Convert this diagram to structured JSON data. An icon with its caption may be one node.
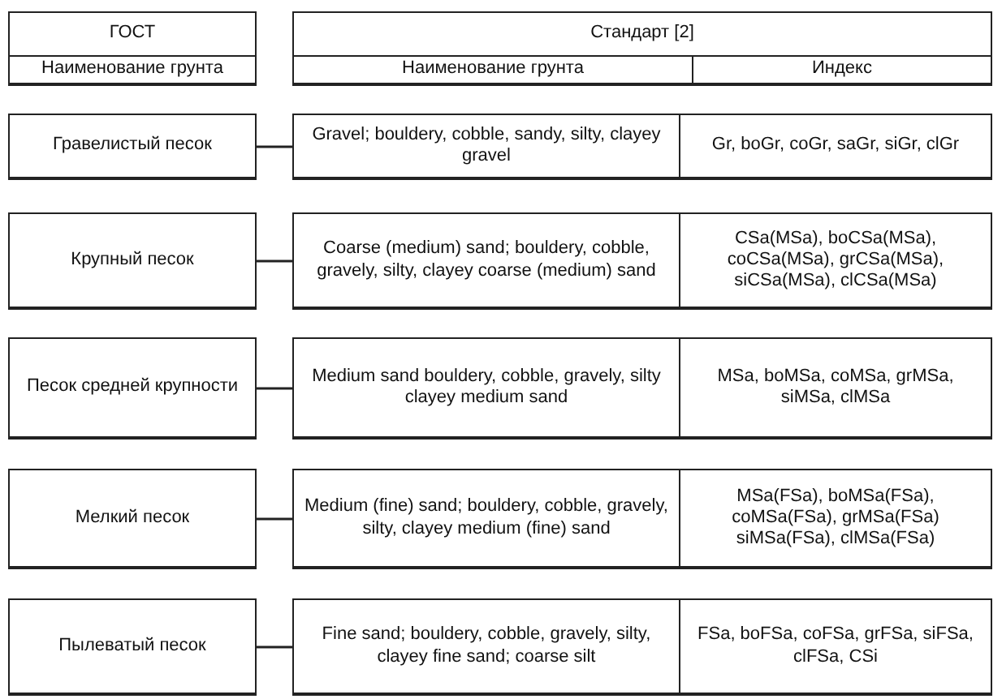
{
  "diagram": {
    "nodes": [
      {
        "text": [
          "ГОСТ",
          "Наименование грунта"
        ]
      },
      {
        "text": [
          "Стандарт [2]",
          "Наименование грунта",
          "Индекс"
        ]
      },
      {
        "text": [
          "Гравелистый песок"
        ]
      },
      {
        "text": [
          "Gravel; bouldery, cobble, sandy, silty, clayey gravel",
          "Gr, boGr, coGr, saGr, siGr, clGr"
        ]
      },
      {
        "text": [
          "Крупный песок"
        ]
      },
      {
        "text": [
          "Coarse (medium) sand; bouldery, cobble, gravely, silty, clayey coarse (medium) sand",
          "CSa(MSa), boCSa(MSa), coCSa(MSa), grCSa(MSa), siCSa(MSa), clCSa(MSa)"
        ]
      },
      {
        "text": [
          "Песок средней крупности"
        ]
      },
      {
        "text": [
          "Medium sand bouldery, cobble, gravely, silty clayey medium sand",
          "MSa, boMSa, coMSa, grMSa, siMSa, clMSa"
        ]
      },
      {
        "text": [
          "Мелкий песок"
        ]
      },
      {
        "text": [
          "Medium (fine) sand; bouldery, cobble, gravely, silty, clayey medium (fine) sand",
          "MSa(FSa), boMSa(FSa), coMSa(FSa), grMSa(FSa) siMSa(FSa), clMSa(FSa)"
        ]
      },
      {
        "text": [
          "Пылеватый песок"
        ]
      },
      {
        "text": [
          "Fine sand; bouldery, cobble, gravely, silty, clayey fine sand; coarse silt",
          "FSa, boFSa, coFSa, grFSa, siFSa, clFSa, CSi"
        ]
      }
    ],
    "edges": [
      {
        "from": 2,
        "to": 3,
        "arrow": "none"
      },
      {
        "from": 4,
        "to": 5,
        "arrow": "none"
      },
      {
        "from": 6,
        "to": 7,
        "arrow": "none"
      },
      {
        "from": 8,
        "to": 9,
        "arrow": "none"
      },
      {
        "from": 10,
        "to": 11,
        "arrow": "none"
      }
    ]
  }
}
